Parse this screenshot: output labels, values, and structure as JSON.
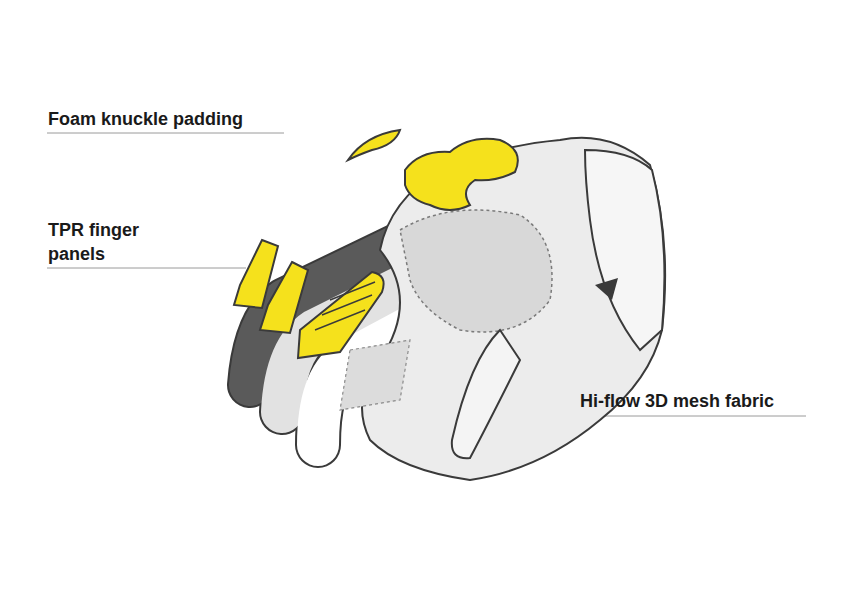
{
  "diagram": {
    "labels": [
      "Foam knuckle padding",
      "TPR finger panels",
      "Hi-flow 3D mesh fabric"
    ]
  }
}
